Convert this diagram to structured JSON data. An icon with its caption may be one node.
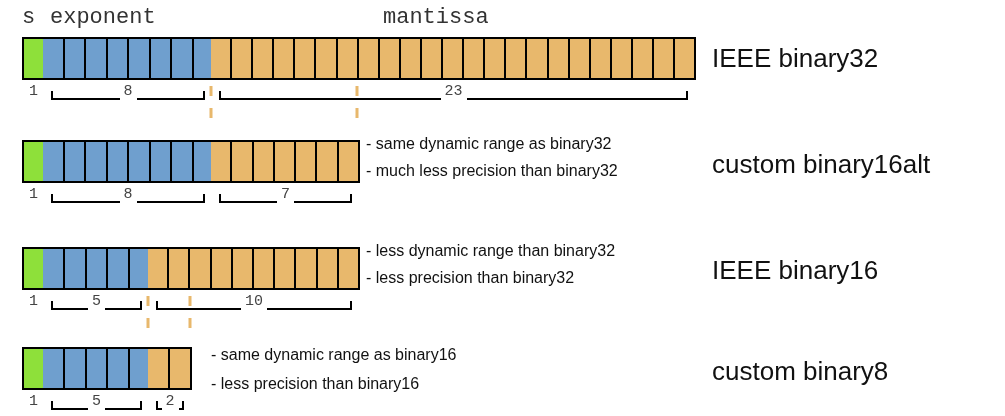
{
  "diagram": {
    "nodes": [
      {
        "text": [],
        "shape": "bar",
        "beside": [
          "1"
        ]
      },
      {
        "text": [],
        "shape": "bar",
        "beside": [
          "8"
        ]
      },
      {
        "text": [],
        "shape": "bar",
        "beside": [
          "23"
        ]
      },
      {
        "text": [],
        "shape": "bar",
        "beside": [
          "1"
        ]
      },
      {
        "text": [],
        "shape": "bar",
        "beside": [
          "8"
        ]
      },
      {
        "text": [],
        "shape": "bar",
        "beside": [
          "7"
        ]
      },
      {
        "text": [],
        "shape": "bar",
        "beside": [
          "1"
        ]
      },
      {
        "text": [],
        "shape": "bar",
        "beside": [
          "5"
        ]
      },
      {
        "text": [],
        "shape": "bar",
        "beside": [
          "10"
        ]
      },
      {
        "text": [],
        "shape": "bar",
        "beside": [
          "1"
        ]
      },
      {
        "text": [],
        "shape": "bar",
        "beside": [
          "5"
        ]
      },
      {
        "text": [],
        "shape": "bar",
        "beside": [
          "2"
        ]
      }
    ],
    "edges": [],
    "labels": [
      "s",
      "exponent",
      "mantissa",
      "IEEE binary32",
      "- same dynamic range as binary32",
      "- much less precision than binary32",
      "custom binary16alt",
      "- less dynamic range than binary32",
      "- less precision than binary32",
      "IEEE binary16",
      "- same dynamic range as binary16",
      "- less precision than binary16",
      "custom binary8"
    ]
  }
}
